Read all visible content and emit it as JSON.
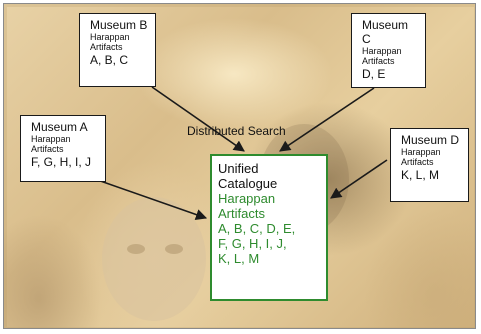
{
  "diagram": {
    "museums": [
      {
        "name": "Museum A",
        "collection": "Harappan Artifacts",
        "items": "F, G, H, I, J"
      },
      {
        "name": "Museum B",
        "collection": "Harappan Artifacts",
        "items": "A, B, C"
      },
      {
        "name": "Museum C",
        "collection": "Harappan Artifacts",
        "items": "D, E"
      },
      {
        "name": "Museum D",
        "collection": "Harappan Artifacts",
        "items": "K, L, M"
      }
    ],
    "edge_label": "Distributed Search",
    "unified": {
      "title_line1": "Unified",
      "title_line2": "Catalogue",
      "collection_line1": "Harappan",
      "collection_line2": "Artifacts",
      "items_line1": "A, B, C, D, E,",
      "items_line2": "F, G, H, I, J,",
      "items_line3": "K, L, M"
    },
    "colors": {
      "accent": "#2e8b2e",
      "border": "#1a1a1a",
      "box_bg": "#ffffff"
    }
  }
}
